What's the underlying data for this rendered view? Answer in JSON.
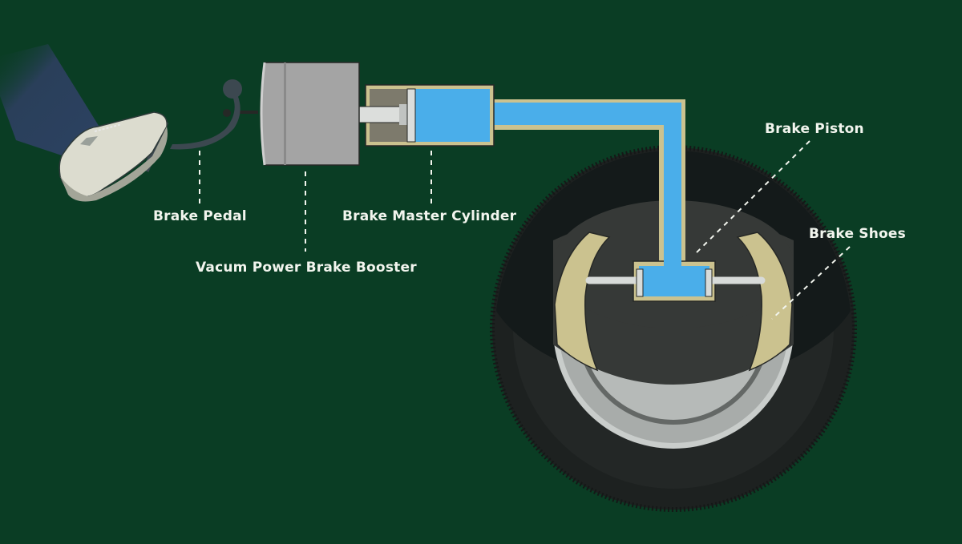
{
  "diagram": {
    "title": "Drum brake hydraulic system",
    "background_color": "#0a3d24",
    "fluid_color": "#4aaeea",
    "housing_color": "#cbc28f",
    "labels": {
      "brake_pedal": "Brake Pedal",
      "brake_booster": "Vacum Power Brake Booster",
      "master_cylinder": "Brake Master Cylinder",
      "brake_piston": "Brake Piston",
      "brake_shoes": "Brake Shoes"
    },
    "components": [
      {
        "id": "foot",
        "icon": "foot-on-pedal-icon"
      },
      {
        "id": "pedal",
        "icon": "brake-pedal-icon"
      },
      {
        "id": "booster",
        "icon": "brake-booster-icon"
      },
      {
        "id": "master-cylinder",
        "icon": "master-cylinder-icon"
      },
      {
        "id": "brake-line",
        "icon": "hydraulic-line-icon"
      },
      {
        "id": "wheel",
        "icon": "wheel-tire-icon"
      },
      {
        "id": "wheel-cylinder",
        "icon": "wheel-cylinder-icon"
      },
      {
        "id": "brake-shoes",
        "icon": "brake-shoes-icon"
      }
    ]
  }
}
